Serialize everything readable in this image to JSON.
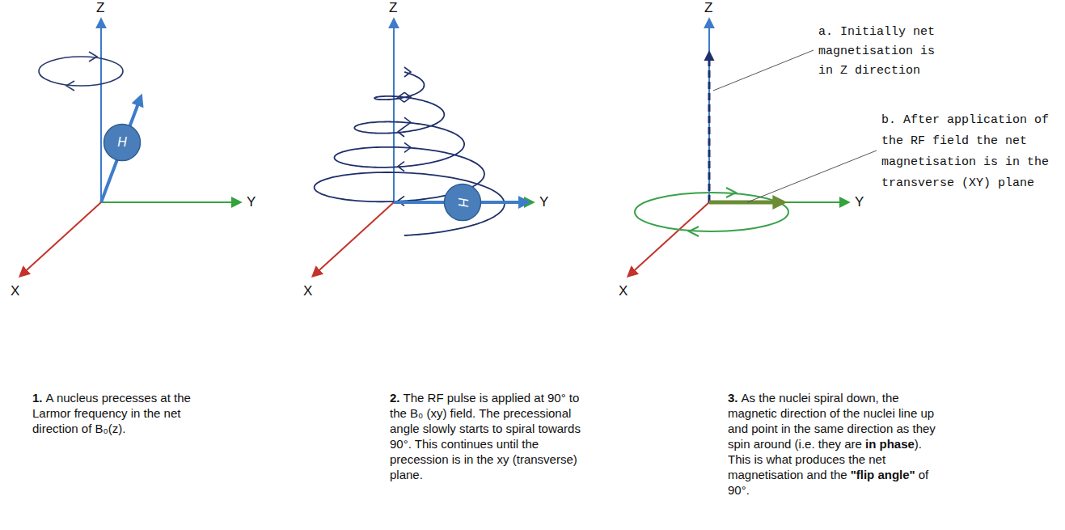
{
  "diagram": {
    "nodes": [
      {
        "text": [
          "H"
        ]
      },
      {
        "text": [
          "H"
        ]
      }
    ],
    "labels": [
      "Z",
      "Y",
      "X",
      "1.",
      "A nucleus precesses at the Larmor frequency in the net direction of B₀(z).",
      "Z",
      "Y",
      "X",
      "2.",
      "The RF pulse is applied at 90° to the B₀ (xy) field. The precessional angle slowly starts to spiral towards 90°. This continues until the precession is in the xy (transverse) plane.",
      "Z",
      "Y",
      "X",
      "a. Initially net magnetisation is in Z direction",
      "b. After application of the RF field the net magnetisation is in the transverse (XY) plane",
      "3.",
      "As the nuclei spiral down, the magnetic direction of the nuclei line up and point in the same direction as they spin around (i.e. they are",
      "in phase",
      "). This is what produces the net magnetisation and the",
      "\"flip angle\"",
      "of 90°."
    ]
  }
}
